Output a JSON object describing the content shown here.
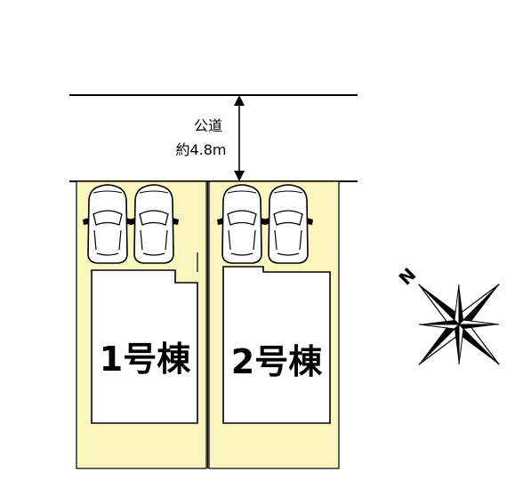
{
  "road": {
    "label": "公道",
    "width_label": "約4.8m"
  },
  "buildings": [
    {
      "label": "1号棟"
    },
    {
      "label": "2号棟"
    }
  ],
  "compass": {
    "north_label": "N"
  },
  "colors": {
    "lot": "#fbf5c0",
    "building": "#ffffff",
    "line": "#000000"
  },
  "icons": [
    "car-icon",
    "compass-rose-icon",
    "dimension-arrow-icon"
  ]
}
